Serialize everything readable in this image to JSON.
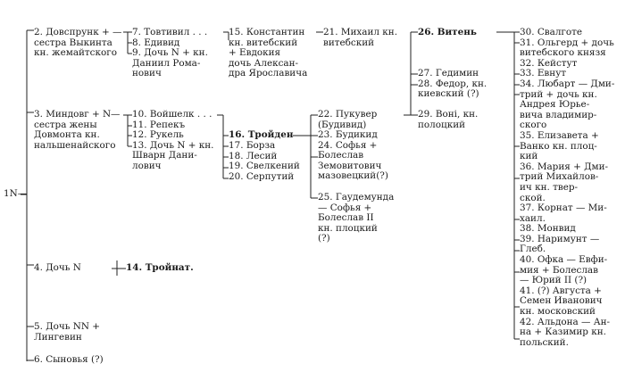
{
  "root": {
    "label": "1N—"
  },
  "nodes": {
    "n2": "2. Довспрунк + —\nсестра Выкинта\nкн. жемайтского",
    "n3": "3. Миндовг + N—\nсестра жены\nДовмонта кн.\nнальшенайского",
    "n4": "4. Дочь N",
    "n5": "5. Дочь NN +\nЛингевин",
    "n6": "6. Сыновья (?)",
    "g7": "7. Товтивил . . .\n8. Едивид\n9. Дочь N + кн.\nДаниил Рома-\nнович",
    "g10": "10. Войшелк . . .\n11. Репекъ\n12. Рукель\n13. Дочь N + кн.\nШварн Дани-\nлович",
    "n14": "14. Тройнат.",
    "n15": "15. Константин\nкн. витебский\n+ Евдокия\nдочь Алексан-\nдра Ярославича",
    "n16": "16. Тройден",
    "g17": "17. Борза\n18. Лесий\n19. Свелкений\n20. Серпутий",
    "n21": "21. Михаил кн.\nвитебский",
    "n22": "22. Пукувер\n(Будивид)",
    "g23": "23. Будикид\n24. Софья +\nБолеслав\nЗемовитович\nмазовецкий(?)",
    "n25": "25. Гаудемунда\n— Софья +\nБолеслав II\nкн. плоцкий\n(?)",
    "n26": "26. Витень",
    "g27": "27. Гедимин\n28. Федор, кн.\nкиевский (?)",
    "n29": "29. Вонi, кн.\nполоцкий",
    "g30": "30. Свалготе\n31. Ольгерд + дочь\nвитебского князя\n32. Кейстут\n33. Евнут\n34. Любарт — Дми-\nтрий + дочь кн.\nАндрея Юрье-\nвича владимир-\nского\n35. Елизавета +\nВанко кн. плоц-\nкий\n36. Мария + Дми-\nтрий Михайлов-\nич кн. твер-\nской.\n37. Корнат — Ми-\nхаил.\n38. Монвид\n39. Наримунт —\nГлеб.\n40. Офка — Евфи-\nмия + Болеслав\n— Юрий II (?)\n41. (?) Августа +\nСемен Иванович\nкн. московский\n42. Альдона — Ан-\nна + Казимир кн.\nпольский."
  }
}
